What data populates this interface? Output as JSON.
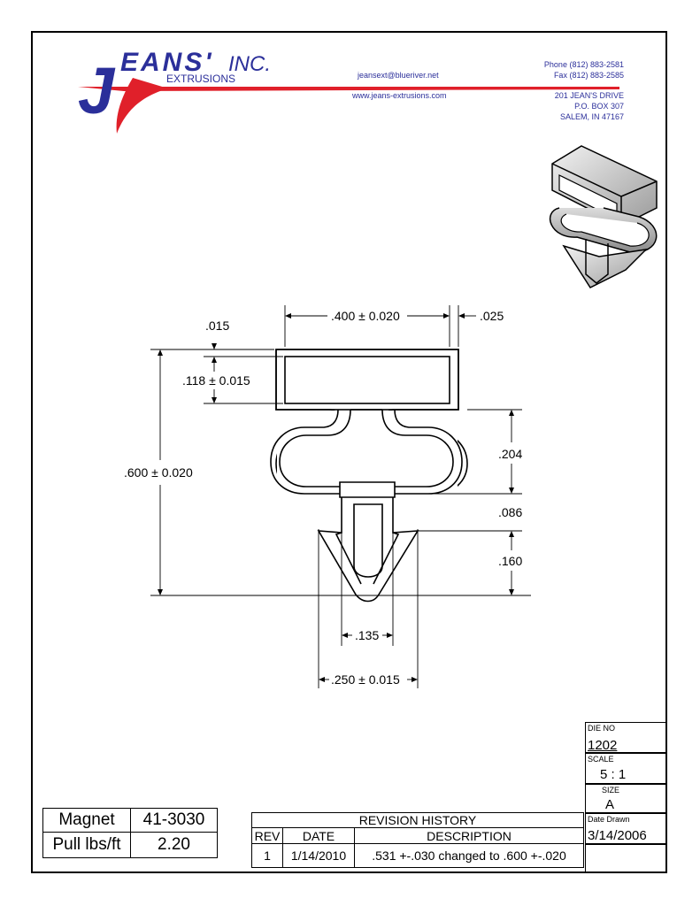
{
  "company": {
    "name_main": "EANS'",
    "name_inc": "INC.",
    "logo_letter": "J",
    "subname": "EXTRUSIONS",
    "email": "jeansext@blueriver.net",
    "website": "www.jeans-extrusions.com",
    "phone": "Phone (812) 883-2581",
    "fax": "Fax (812) 883-2585",
    "address1": "201 JEAN'S DRIVE",
    "address2": "P.O. BOX 307",
    "address3": "SALEM, IN 47167"
  },
  "dimensions": {
    "top_width": ".400 ± 0.020",
    "right_offset": ".025",
    "wall": ".015",
    "inner_height": ".118 ± 0.015",
    "overall_height": ".600 ± 0.020",
    "bulb_height": ".204",
    "stem_height": ".086",
    "dart_height": ".160",
    "stem_width": ".135",
    "dart_width": ".250 ± 0.015"
  },
  "magnet_table": {
    "rows": [
      {
        "label": "Magnet",
        "value": "41-3030"
      },
      {
        "label": "Pull lbs/ft",
        "value": "2.20"
      }
    ]
  },
  "revision_history": {
    "title": "REVISION HISTORY",
    "headers": {
      "rev": "REV",
      "date": "DATE",
      "description": "DESCRIPTION"
    },
    "rows": [
      {
        "rev": "1",
        "date": "1/14/2010",
        "description": ".531 +-.030 changed to .600 +-.020"
      }
    ]
  },
  "title_block": {
    "die_no_label": "DIE NO",
    "die_no": "1202",
    "scale_label": "SCALE",
    "scale": "5 : 1",
    "size_label": "SIZE",
    "size": "A",
    "date_drawn_label": "Date Drawn",
    "date_drawn": "3/14/2006"
  }
}
